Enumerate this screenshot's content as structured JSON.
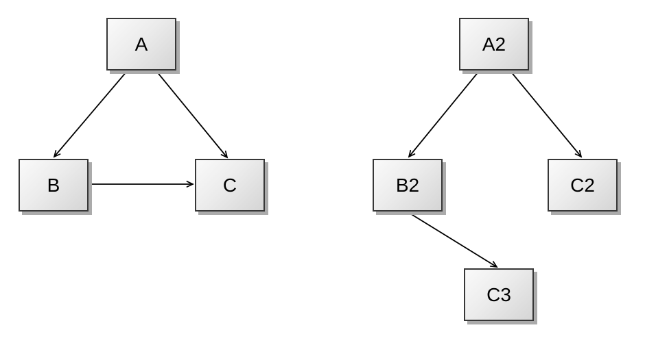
{
  "colors": {
    "background": "#ffffff",
    "node_fill_light": "#fafafa",
    "node_fill_dark": "#d5d5d5",
    "node_border": "#373737",
    "node_shadow": "#ababab",
    "edge": "#000000",
    "text": "#000000"
  },
  "diagrams": {
    "left": {
      "nodes": [
        {
          "id": "A",
          "label": "A"
        },
        {
          "id": "B",
          "label": "B"
        },
        {
          "id": "C",
          "label": "C"
        }
      ],
      "edges": [
        {
          "from": "A",
          "to": "B"
        },
        {
          "from": "A",
          "to": "C"
        },
        {
          "from": "B",
          "to": "C"
        }
      ]
    },
    "right": {
      "nodes": [
        {
          "id": "A2",
          "label": "A2"
        },
        {
          "id": "B2",
          "label": "B2"
        },
        {
          "id": "C2",
          "label": "C2"
        },
        {
          "id": "C3",
          "label": "C3"
        }
      ],
      "edges": [
        {
          "from": "A2",
          "to": "B2"
        },
        {
          "from": "A2",
          "to": "C2"
        },
        {
          "from": "B2",
          "to": "C3"
        }
      ]
    }
  }
}
